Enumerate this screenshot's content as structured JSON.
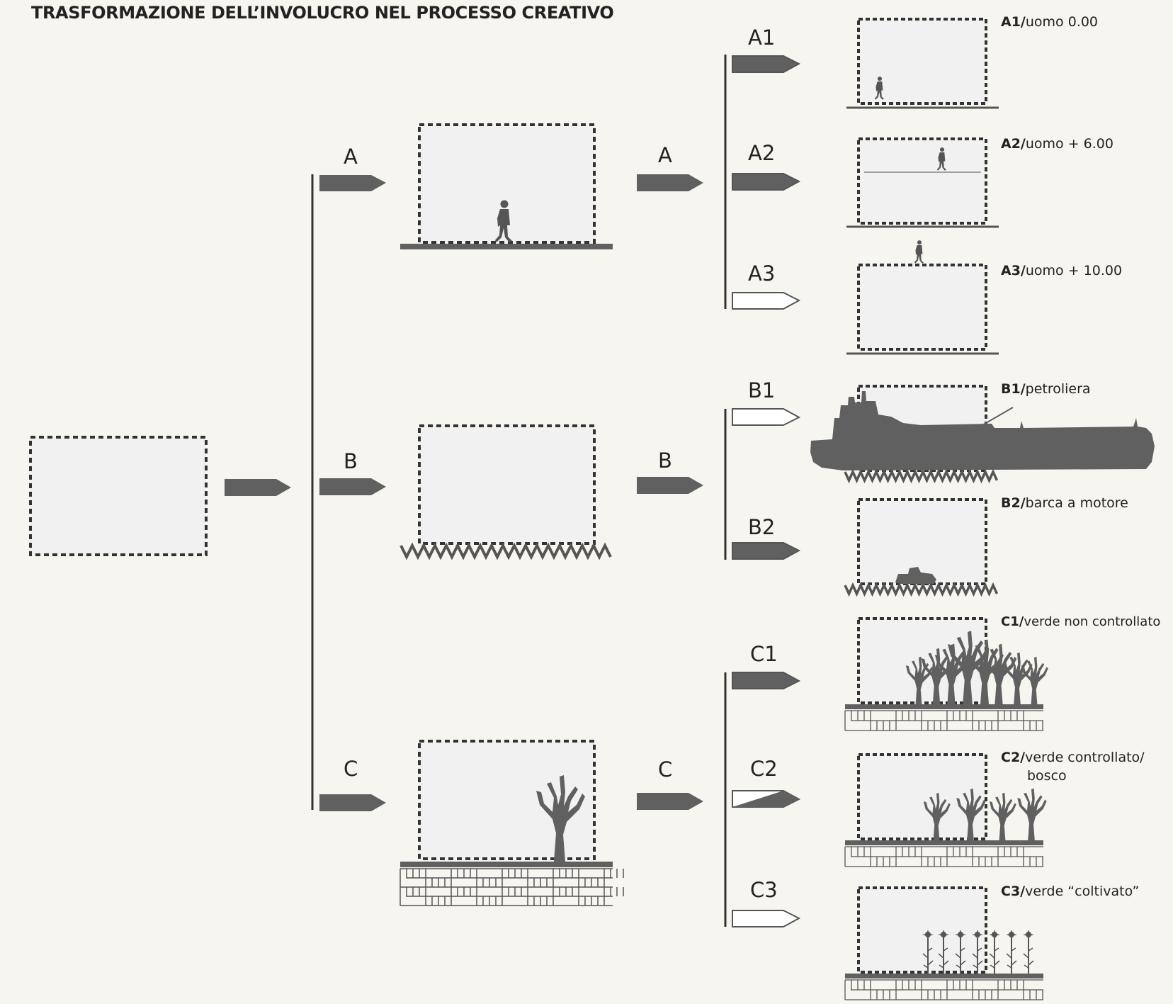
{
  "title": "TRASFORMAZIONE DELL’INVOLUCRO NEL PROCESSO CREATIVO",
  "colors": {
    "background": "#f7f5f0",
    "box_fill": "#f1f1f2",
    "dark_gray": "#606060",
    "text": "#222222"
  },
  "branch_labels": {
    "a": "A",
    "b": "B",
    "c": "C",
    "a_next": "A",
    "b_next": "B",
    "c_next": "C",
    "a1": "A1",
    "a2": "A2",
    "a3": "A3",
    "b1": "B1",
    "b2": "B2",
    "c1": "C1",
    "c2": "C2",
    "c3": "C3"
  },
  "captions": {
    "a1": {
      "code": "A1/",
      "text": "uomo 0.00"
    },
    "a2": {
      "code": "A2/",
      "text": "uomo + 6.00"
    },
    "a3": {
      "code": "A3/",
      "text": "uomo + 10.00"
    },
    "b1": {
      "code": "B1/",
      "text": "petroliera"
    },
    "b2": {
      "code": "B2/",
      "text": "barca a motore"
    },
    "c1": {
      "code": "C1/",
      "text": "verde non controllato"
    },
    "c2": {
      "code": "C2/",
      "text": "verde controllato/",
      "text2": "bosco"
    },
    "c3": {
      "code": "C3/",
      "text": "verde “coltivato”"
    }
  },
  "arrow_styles": {
    "a1": "filled",
    "a2": "filled",
    "a3": "outline",
    "b1": "outline",
    "b2": "filled",
    "c1": "filled",
    "c2": "half",
    "c3": "outline"
  },
  "icons": {
    "person": "person-icon",
    "tree": "tree-icon",
    "tanker": "tanker-ship-icon",
    "motorboat": "motorboat-icon",
    "flower": "flower-icon"
  }
}
